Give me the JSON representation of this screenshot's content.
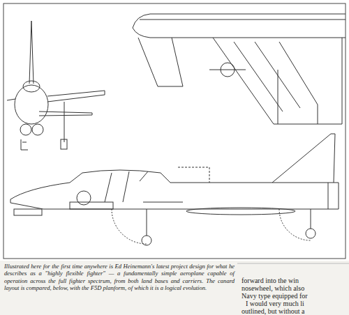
{
  "diagram": {
    "caption": "Illustrated here for the first time anywhere is Ed Heinemann's latest project design for what he describes as a \"highly flexible fighter\" — a fundamentally simple aeroplane capable of operation across the full fighter spectrum, from both land bases and carriers. The canard layout is compared, below, with the F5D planform, of which it is a logical evolution.",
    "labels": [
      "forward into the win",
      "nosewheel, which also",
      "Navy type equipped for",
      "I would very much li",
      "outlined, but without a"
    ]
  }
}
